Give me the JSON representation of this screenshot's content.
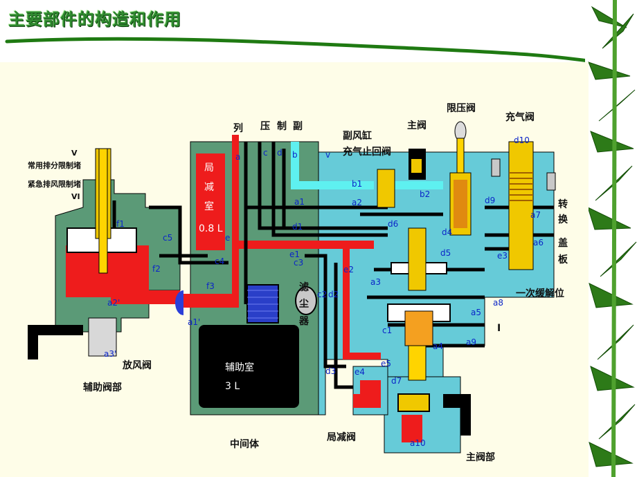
{
  "title": "主要部件的构造和作用",
  "labels": {
    "lie": "列",
    "ya": "压",
    "zhi": "制",
    "fu": "副",
    "fufenggang": "副风缸",
    "chongqi_zhihui": "充气止回阀",
    "zhufa_top": "主阀",
    "xianyafa": "限压阀",
    "chongqifa": "充气阀",
    "changyong": "常用排分限制堵",
    "jinji": "紧急排风限制堵",
    "v_mark": "V",
    "vi_mark": "VI",
    "zhuan": "转",
    "huan": "换",
    "gai": "盖",
    "ban": "板",
    "yici": "一次缓解位",
    "roman_one": "I",
    "lv": "滤",
    "chen": "尘",
    "qi": "器",
    "fangfengfa": "放风阀",
    "fuzhufabu": "辅助阀部",
    "zhongjianti": "中间体",
    "jujianfa": "局减阀",
    "zhufabu": "主阀部"
  },
  "inner_labels": {
    "jujianshi_1": "局",
    "jujianshi_2": "减",
    "jujianshi_3": "室",
    "jujianshi_vol": "0.8 L",
    "fuzhushi": "辅助室",
    "fuzhushi_vol": "3 L"
  },
  "ports": {
    "a": "a",
    "c": "c",
    "d": "d",
    "b": "b",
    "v": "v",
    "b1": "b1",
    "b2": "b2",
    "a1": "a1",
    "a2": "a2",
    "d1": "d1",
    "d6": "d6",
    "e": "e",
    "e1": "e1",
    "c3": "c3",
    "e2": "e2",
    "a3": "a3",
    "c5": "c5",
    "c4": "c4",
    "f1": "f1",
    "f2": "f2",
    "f3": "f3",
    "a2p": "a2'",
    "a1p": "a1'",
    "a3p": "a3'",
    "c1": "c1",
    "c2": "c2",
    "d2": "d2",
    "d3": "d3",
    "d4": "d4",
    "d5": "d5",
    "d9": "d9",
    "d10": "d10",
    "a7": "a7",
    "a6": "a6",
    "e3": "e3",
    "a8": "a8",
    "a5": "a5",
    "a4": "a4",
    "a9": "a9",
    "e4": "e4",
    "e5": "e5",
    "d7": "d7",
    "a10": "a10"
  }
}
